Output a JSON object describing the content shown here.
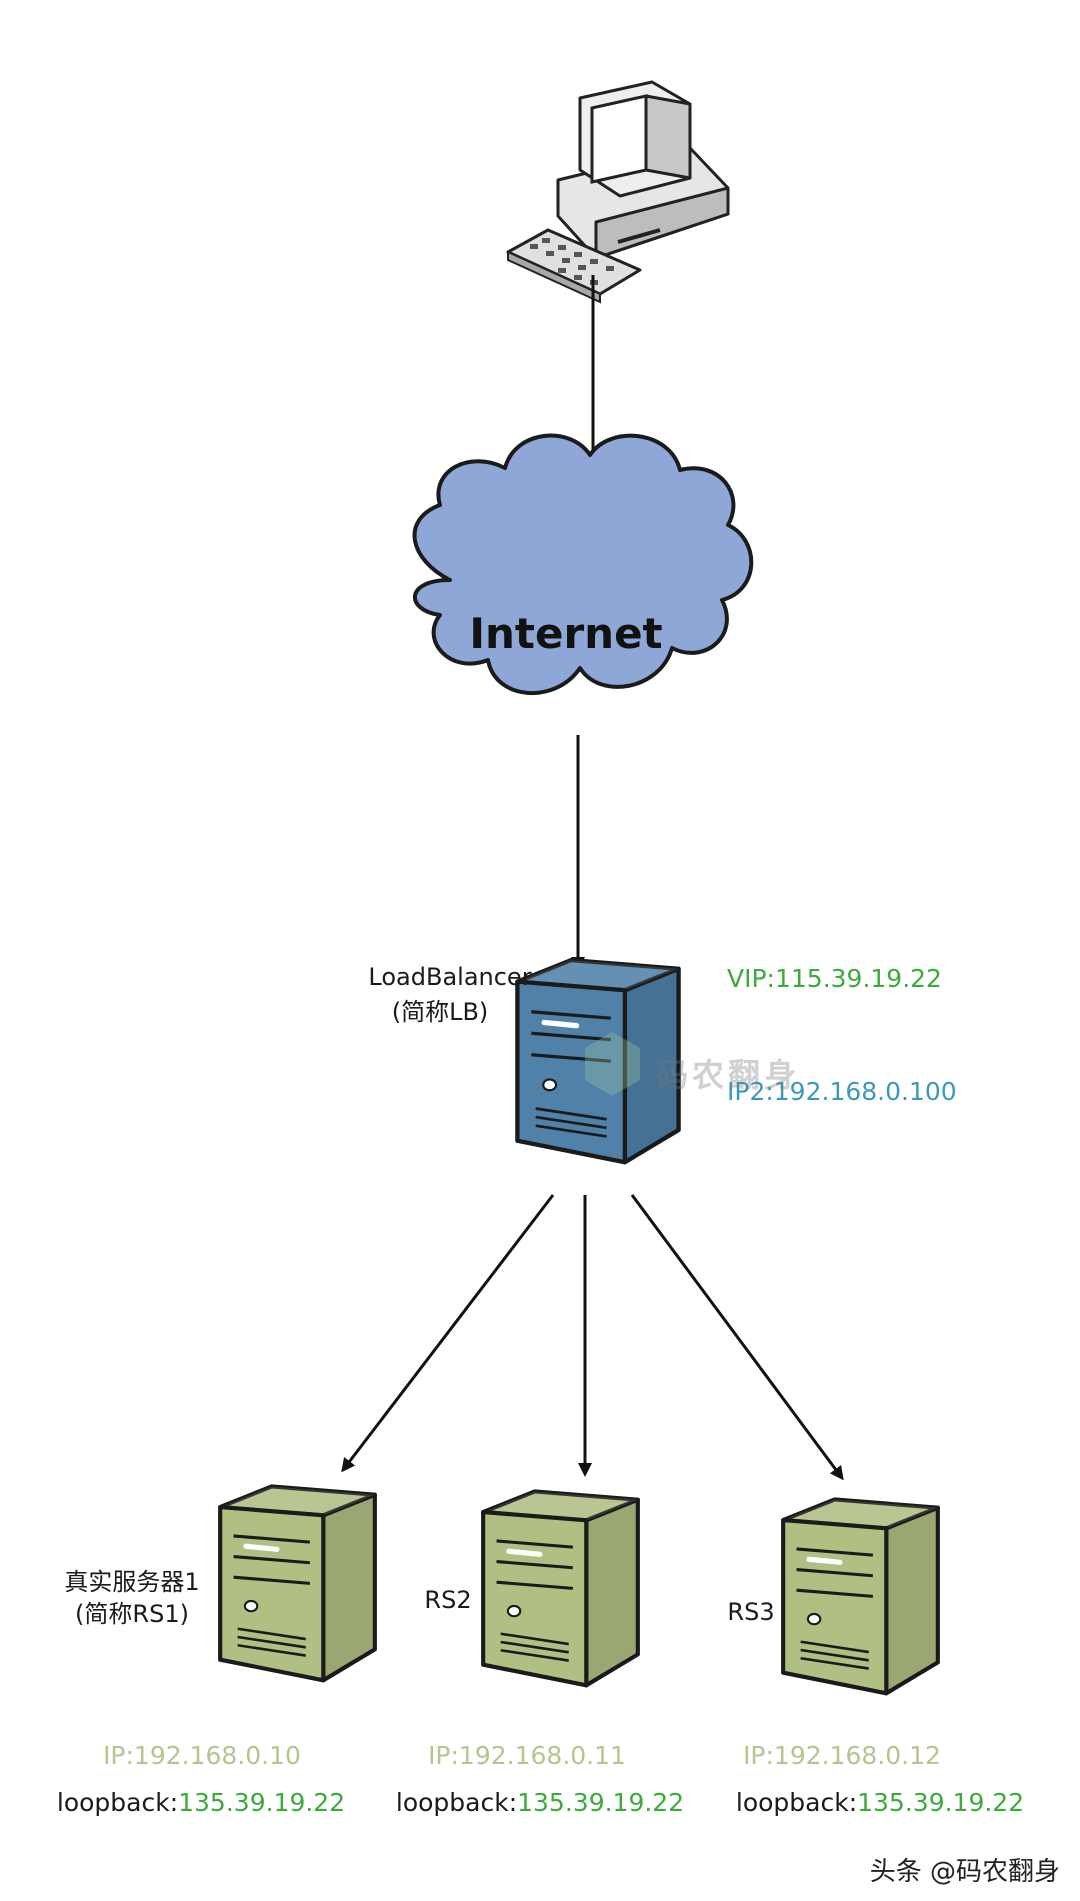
{
  "colors": {
    "background": "#ffffff",
    "vip": "#3daa3d",
    "ip2": "#3a9ab8",
    "rs_ip": "#b3c68f",
    "loopback_value": "#3daa3d",
    "label_text": "#1a1a1a",
    "cloud_fill": "#8fa7d6",
    "lb_server": "#4f81a9",
    "rs_server": "#b0bf82",
    "arrow": "#111111"
  },
  "client": {
    "icon": "desktop-computer-icon"
  },
  "internet": {
    "icon": "cloud-icon",
    "label": "Internet"
  },
  "load_balancer": {
    "icon": "server-tower-icon",
    "name": "LoadBalancer",
    "short_name": "(简称LB)",
    "vip": "VIP:115.39.19.22",
    "ip2": "IP2:192.168.0.100"
  },
  "watermark": {
    "text": "码农翻身"
  },
  "real_servers": [
    {
      "icon": "server-tower-icon",
      "name": "真实服务器1",
      "short_name": "(简称RS1)",
      "ip": "IP:192.168.0.10",
      "loopback_label": "loopback:",
      "loopback_value": "135.39.19.22"
    },
    {
      "icon": "server-tower-icon",
      "name": "RS2",
      "short_name": "",
      "ip": "IP:192.168.0.11",
      "loopback_label": "loopback:",
      "loopback_value": "135.39.19.22"
    },
    {
      "icon": "server-tower-icon",
      "name": "RS3",
      "short_name": "",
      "ip": "IP:192.168.0.12",
      "loopback_label": "loopback:",
      "loopback_value": "135.39.19.22"
    }
  ],
  "footer": {
    "credit": "头条 @码农翻身"
  }
}
